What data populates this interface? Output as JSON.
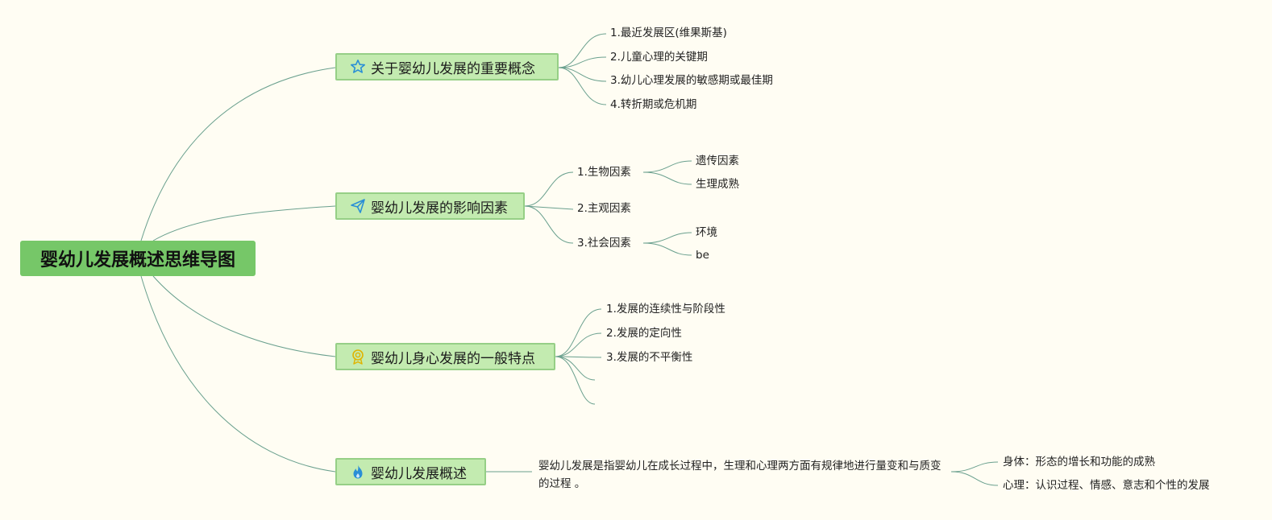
{
  "root": {
    "title": "婴幼儿发展概述思维导图"
  },
  "branches": [
    {
      "label": "关于婴幼儿发展的重要概念",
      "icon": "star-icon",
      "children": [
        "1.最近发展区(维果斯基)",
        "2.儿童心理的关键期",
        "3.幼儿心理发展的敏感期或最佳期",
        "4.转折期或危机期"
      ]
    },
    {
      "label": "婴幼儿发展的影响因素",
      "icon": "paper-plane-icon",
      "children": [
        {
          "label": "1.生物因素",
          "children": [
            "遗传因素",
            "生理成熟"
          ]
        },
        {
          "label": "2.主观因素"
        },
        {
          "label": "3.社会因素",
          "children": [
            "环境",
            "be"
          ]
        }
      ]
    },
    {
      "label": "婴幼儿身心发展的一般特点",
      "icon": "medal-icon",
      "children": [
        "1.发展的连续性与阶段性",
        "2.发展的定向性",
        "3.发展的不平衡性",
        "",
        ""
      ]
    },
    {
      "label": "婴幼儿发展概述",
      "icon": "flame-icon",
      "description": "婴幼儿发展是指婴幼儿在成长过程中，生理和心理两方面有规律地进行量变和与质变的过程 。",
      "children": [
        "身体：形态的增长和功能的成熟",
        "心理：认识过程、情感、意志和个性的发展"
      ]
    }
  ],
  "colors": {
    "line": "#6aa08e",
    "root": "#76c768",
    "branch_fill": "#c3ebb0",
    "branch_border": "#96cf86",
    "background": "#fffdf3"
  }
}
